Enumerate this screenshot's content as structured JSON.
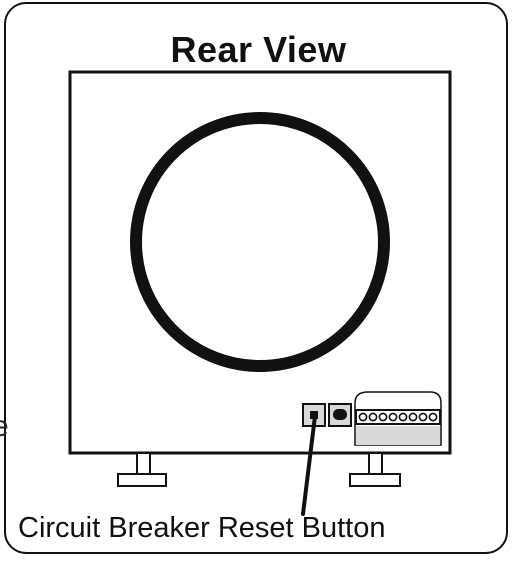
{
  "diagram": {
    "title": "Rear View",
    "callout_label": "Circuit Breaker Reset Button",
    "edge_fragment": "e"
  },
  "icons": {
    "speaker": "speaker-driver-icon",
    "reset_button": "reset-button-icon",
    "power_socket": "power-socket-icon",
    "terminal_strip": "terminal-strip-icon"
  },
  "colors": {
    "line": "#111111",
    "panel_fill": "#d9d9d9",
    "background": "#ffffff"
  }
}
